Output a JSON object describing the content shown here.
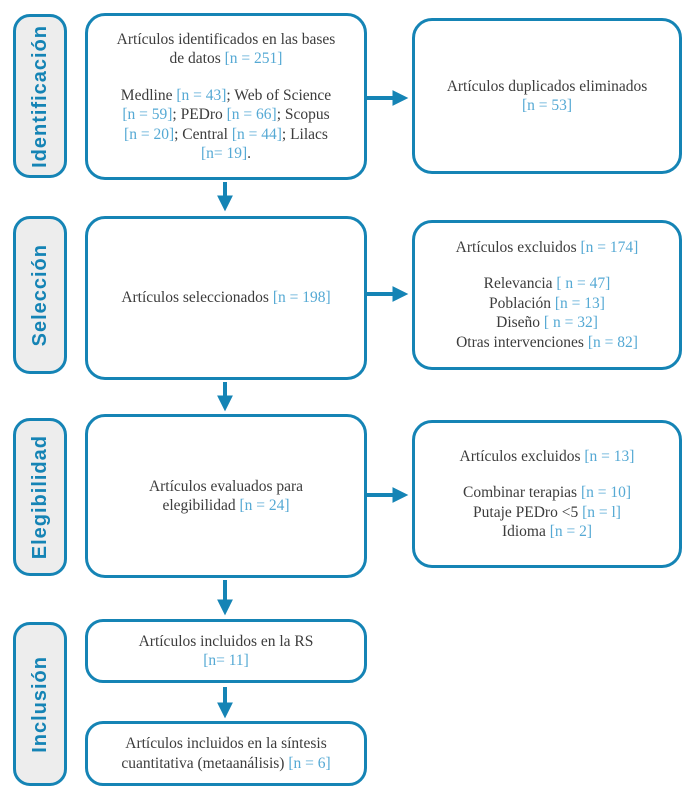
{
  "colors": {
    "accent": "#1584b5",
    "number_text": "#55a9d4",
    "body_text": "#3c3c3c",
    "stage_fill": "#ededed",
    "box_fill": "#ffffff"
  },
  "stages": [
    {
      "label": "Identificación"
    },
    {
      "label": "Selección"
    },
    {
      "label": "Elegibilidad"
    },
    {
      "label": "Inclusión"
    }
  ],
  "boxes": {
    "identified": {
      "lines": [
        [
          [
            "Artículos identificados en las bases"
          ]
        ],
        [
          [
            "de datos "
          ],
          [
            "[n = 251]",
            "num"
          ]
        ],
        [],
        [
          [
            "Medline "
          ],
          [
            "[n = 43]",
            "num"
          ],
          [
            "; Web of Science"
          ]
        ],
        [
          [
            "[n = 59]",
            "num"
          ],
          [
            "; PEDro "
          ],
          [
            "[n = 66]",
            "num"
          ],
          [
            "; Scopus"
          ]
        ],
        [
          [
            "[n = 20]",
            "num"
          ],
          [
            "; Central "
          ],
          [
            "[n = 44]",
            "num"
          ],
          [
            "; Lilacs"
          ]
        ],
        [
          [
            "[n= 19]",
            "num"
          ],
          [
            "."
          ]
        ]
      ]
    },
    "duplicates_removed": {
      "lines": [
        [
          [
            "Artículos duplicados eliminados"
          ]
        ],
        [
          [
            "[n = 53]",
            "num"
          ]
        ]
      ]
    },
    "selected": {
      "lines": [
        [
          [
            "Artículos seleccionados "
          ],
          [
            "[n = 198]",
            "num"
          ]
        ]
      ]
    },
    "excluded_selection": {
      "lines": [
        [
          [
            "Artículos excluidos "
          ],
          [
            "[n = 174]",
            "num"
          ]
        ],
        [],
        [
          [
            "Relevancia "
          ],
          [
            "[ n = 47]",
            "num"
          ]
        ],
        [
          [
            "Población "
          ],
          [
            "[n = 13]",
            "num"
          ]
        ],
        [
          [
            "Diseño "
          ],
          [
            "[ n = 32]",
            "num"
          ]
        ],
        [
          [
            "Otras intervenciones "
          ],
          [
            "[n = 82]",
            "num"
          ]
        ]
      ]
    },
    "eligibility": {
      "lines": [
        [
          [
            "Artículos evaluados para"
          ]
        ],
        [
          [
            "elegibilidad "
          ],
          [
            "[n = 24]",
            "num"
          ]
        ]
      ]
    },
    "excluded_eligibility": {
      "lines": [
        [
          [
            "Artículos excluidos "
          ],
          [
            "[n = 13]",
            "num"
          ]
        ],
        [],
        [
          [
            "Combinar terapias "
          ],
          [
            "[n = 10]",
            "num"
          ]
        ],
        [
          [
            "Putaje PEDro <5 "
          ],
          [
            "[n = l]",
            "num"
          ]
        ],
        [
          [
            "Idioma "
          ],
          [
            "[n = 2]",
            "num"
          ]
        ]
      ]
    },
    "included_rs": {
      "lines": [
        [
          [
            "Artículos incluidos en la RS"
          ]
        ],
        [
          [
            "[n= 11]",
            "num"
          ]
        ]
      ]
    },
    "included_meta": {
      "lines": [
        [
          [
            "Artículos incluidos en la síntesis"
          ]
        ],
        [
          [
            "cuantitativa (metaanálisis) "
          ],
          [
            "[n = 6]",
            "num"
          ]
        ]
      ]
    }
  }
}
